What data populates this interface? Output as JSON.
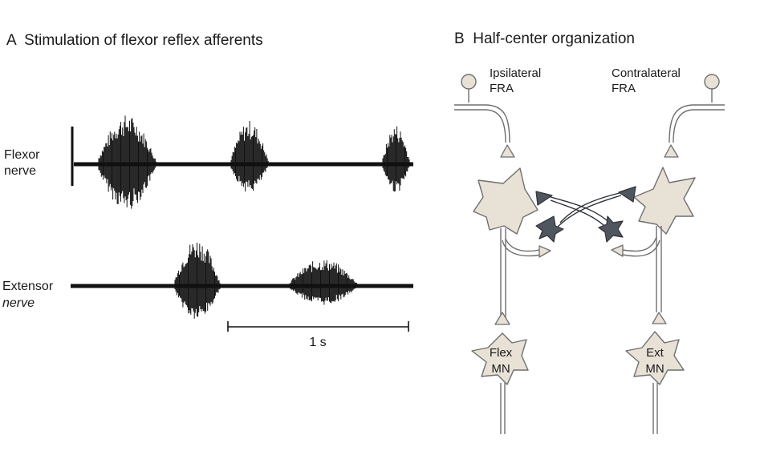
{
  "panel_a": {
    "title": "A  Stimulation of flexor reflex afferents",
    "flexor_label": [
      "Flexor",
      "nerve"
    ],
    "extensor_label": [
      "Extensor",
      "nerve"
    ],
    "scale_label": "1 s"
  },
  "panel_b": {
    "title": "B  Half-center organization",
    "ipsilateral_label": [
      "Ipsilateral",
      "FRA"
    ],
    "contralateral_label": [
      "Contralateral",
      "FRA"
    ],
    "flex_mn_label": [
      "Flex",
      "MN"
    ],
    "ext_mn_label": [
      "Ext",
      "MN"
    ]
  },
  "colors": {
    "cell_fill": "#e8e1d6",
    "inhibitory_fill": "#50565e",
    "trace": "#111111"
  }
}
